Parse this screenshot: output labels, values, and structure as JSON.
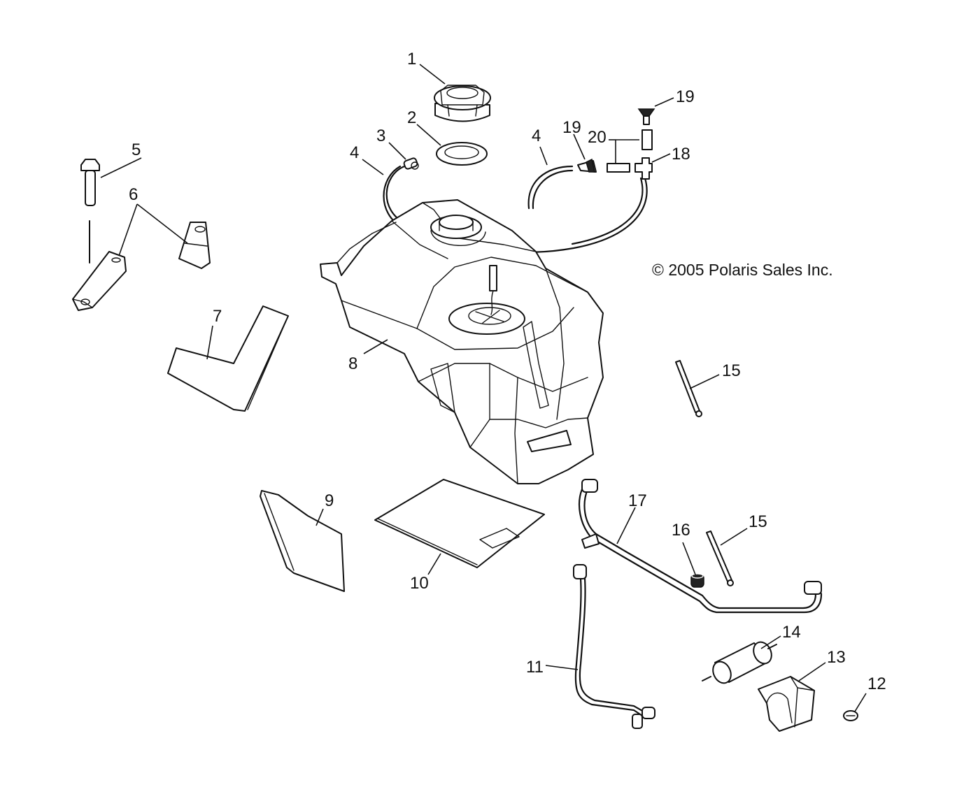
{
  "copyright": "© 2005 Polaris Sales Inc.",
  "callouts": [
    {
      "id": "c1",
      "label": "1"
    },
    {
      "id": "c2",
      "label": "2"
    },
    {
      "id": "c3",
      "label": "3"
    },
    {
      "id": "c4a",
      "label": "4"
    },
    {
      "id": "c4b",
      "label": "4"
    },
    {
      "id": "c5",
      "label": "5"
    },
    {
      "id": "c6",
      "label": "6"
    },
    {
      "id": "c7",
      "label": "7"
    },
    {
      "id": "c8",
      "label": "8"
    },
    {
      "id": "c9",
      "label": "9"
    },
    {
      "id": "c10",
      "label": "10"
    },
    {
      "id": "c11",
      "label": "11"
    },
    {
      "id": "c12",
      "label": "12"
    },
    {
      "id": "c13",
      "label": "13"
    },
    {
      "id": "c14",
      "label": "14"
    },
    {
      "id": "c15a",
      "label": "15"
    },
    {
      "id": "c15b",
      "label": "15"
    },
    {
      "id": "c16",
      "label": "16"
    },
    {
      "id": "c17",
      "label": "17"
    },
    {
      "id": "c18",
      "label": "18"
    },
    {
      "id": "c19a",
      "label": "19"
    },
    {
      "id": "c19b",
      "label": "19"
    },
    {
      "id": "c20",
      "label": "20"
    }
  ]
}
